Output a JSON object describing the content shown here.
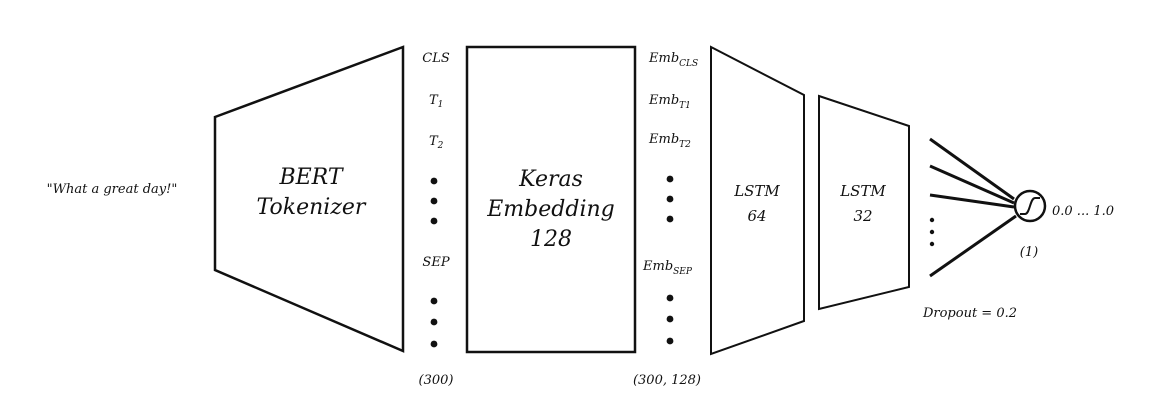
{
  "input": {
    "sentence": "\"What a great day!\""
  },
  "tokenizer": {
    "line1": "BERT",
    "line2": "Tokenizer"
  },
  "tokens": {
    "cls": "CLS",
    "t1": "T",
    "t1_sub": "1",
    "t2": "T",
    "t2_sub": "2",
    "sep": "SEP",
    "shape": "(300)"
  },
  "embedding": {
    "line1": "Keras",
    "line2": "Embedding",
    "line3": "128"
  },
  "embeddings": {
    "base": "Emb",
    "cls_sub": "CLS",
    "t1_sub": "T1",
    "t2_sub": "T2",
    "sep_sub": "SEP",
    "shape": "(300, 128)"
  },
  "lstm1": {
    "line1": "LSTM",
    "line2": "64"
  },
  "lstm2": {
    "line1": "LSTM",
    "line2": "32"
  },
  "dropout": {
    "label": "Dropout = 0.2"
  },
  "output": {
    "units": "(1)",
    "range": "0.0 ... 1.0",
    "activation_icon": "sigmoid-icon"
  },
  "colors": {
    "stroke": "#111111",
    "background": "#ffffff"
  }
}
